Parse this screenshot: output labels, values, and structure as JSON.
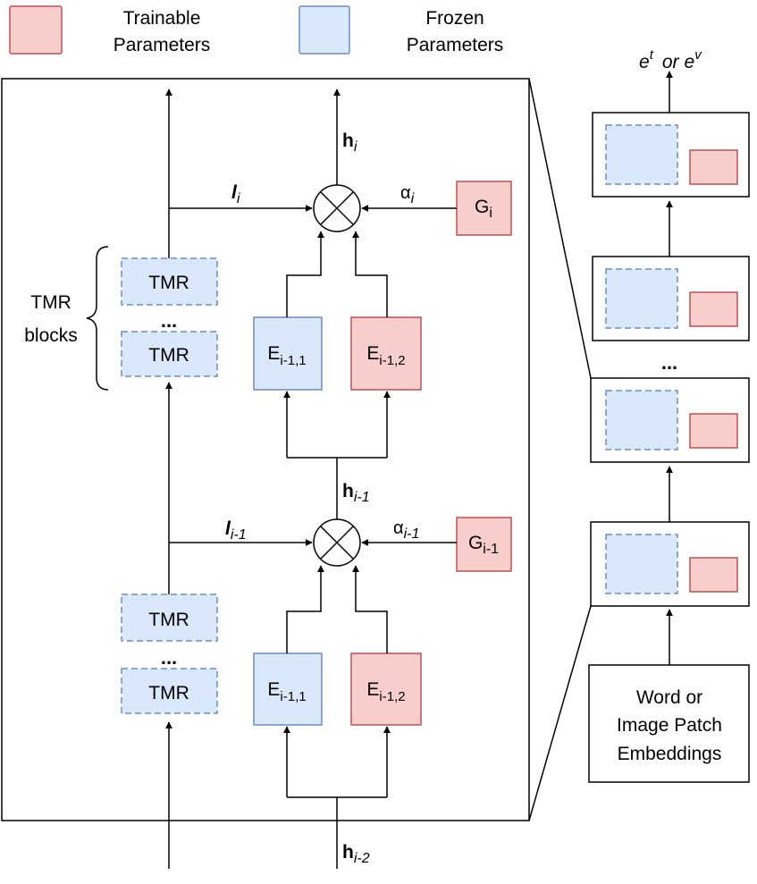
{
  "legend": {
    "trainable": "Trainable Parameters",
    "trainable_l1": "Trainable",
    "trainable_l2": "Parameters",
    "frozen": "Frozen Parameters",
    "frozen_l1": "Frozen",
    "frozen_l2": "Parameters"
  },
  "left": {
    "tmr": "TMR",
    "dots": "...",
    "tmr_blocks_l1": "TMR",
    "tmr_blocks_l2": "blocks",
    "h_i": "h",
    "h_i_sub": "i",
    "h_im1": "h",
    "h_im1_sub": "i-1",
    "h_im2": "h",
    "h_im2_sub": "i-2",
    "l_i": "l",
    "l_i_sub": "i",
    "l_im1": "l",
    "l_im1_sub": "i-1",
    "alpha_i": "α",
    "alpha_i_sub": "i",
    "alpha_im1": "α",
    "alpha_im1_sub": "i-1",
    "g_i": "G",
    "g_i_sub": "i",
    "g_im1": "G",
    "g_im1_sub": "i-1",
    "e1": "E",
    "e1_sub": "i-1,1",
    "e2": "E",
    "e2_sub": "i-1,2"
  },
  "right": {
    "output_e": "e",
    "output_t": "t",
    "output_or": "or",
    "output_e2": "e",
    "output_v": "v",
    "dots": "...",
    "embed_l1": "Word or",
    "embed_l2": "Image Patch",
    "embed_l3": "Embeddings"
  }
}
